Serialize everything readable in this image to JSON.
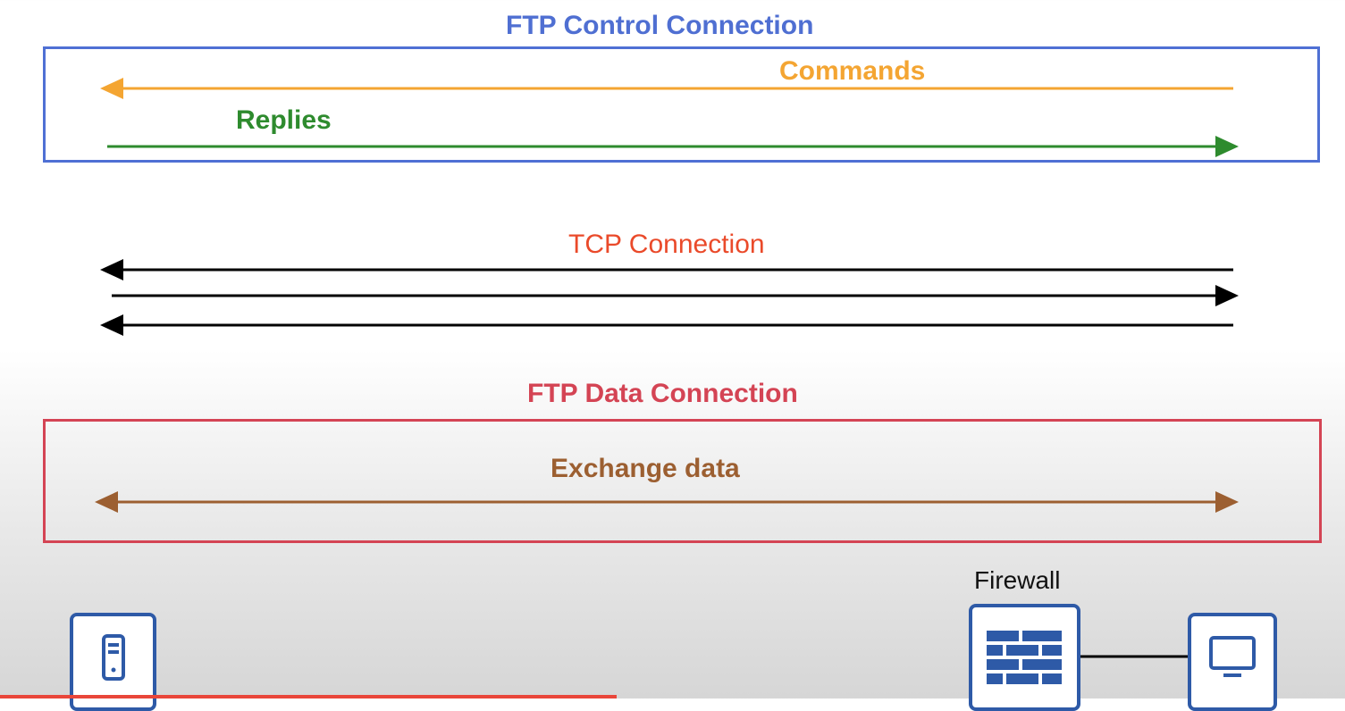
{
  "control_connection": {
    "title": "FTP Control Connection",
    "commands_label": "Commands",
    "replies_label": "Replies"
  },
  "tcp_connection": {
    "title": "TCP Connection"
  },
  "data_connection": {
    "title": "FTP Data Connection",
    "exchange_label": "Exchange data"
  },
  "devices": {
    "firewall_label": "Firewall",
    "server_icon": "server-icon",
    "firewall_icon": "firewall-icon",
    "pc_icon": "pc-icon"
  },
  "colors": {
    "control_border": "#4f70d4",
    "commands": "#f4a532",
    "replies": "#2e8b2e",
    "tcp": "#ea4a2a",
    "data_border": "#d44454",
    "exchange": "#9c5f31",
    "device": "#2e5aa7"
  }
}
